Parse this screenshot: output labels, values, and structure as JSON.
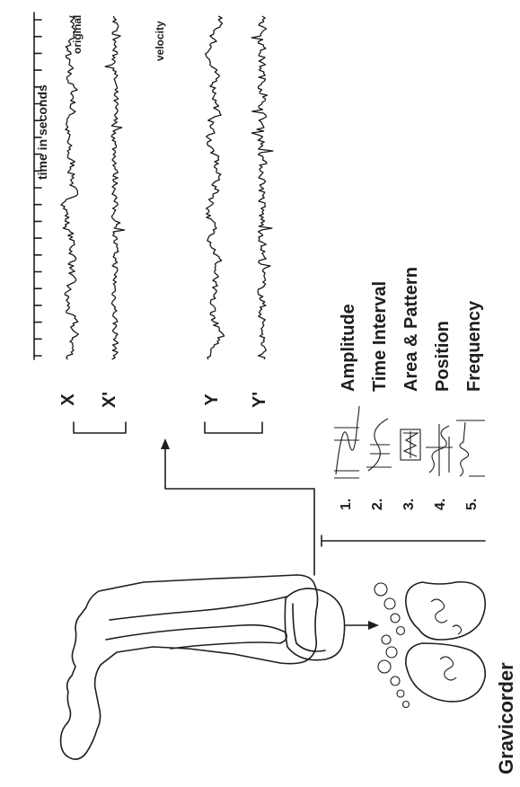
{
  "time_label": "time in seconds",
  "trace_labels": {
    "original": "original",
    "velocity": "velocity"
  },
  "channels": [
    {
      "label": "X"
    },
    {
      "label": "X'"
    },
    {
      "label": "Y"
    },
    {
      "label": "Y'"
    }
  ],
  "device_label": "Gravicorder",
  "parameters": [
    {
      "number": "1.",
      "name": "Amplitude"
    },
    {
      "number": "2.",
      "name": "Time Interval"
    },
    {
      "number": "3.",
      "name": "Area & Pattern"
    },
    {
      "number": "4.",
      "name": "Position"
    },
    {
      "number": "5.",
      "name": "Frequency"
    }
  ],
  "colors": {
    "ink": "#1e1e1e",
    "paper": "#ffffff"
  }
}
